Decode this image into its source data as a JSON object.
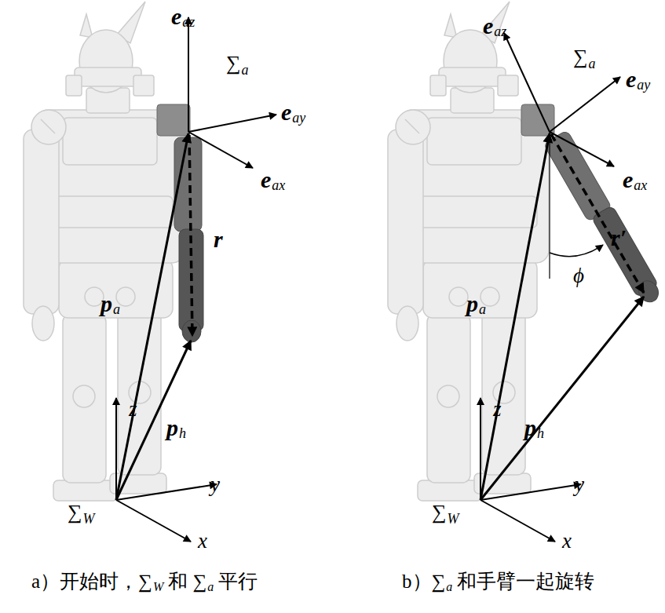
{
  "diagram": {
    "labels": [
      "e",
      "az",
      "∑",
      "a",
      "e",
      "ay",
      "e",
      "ax",
      "r",
      "p",
      "a",
      "p",
      "h",
      "z",
      "y",
      "x",
      "∑",
      "W",
      "e",
      "az",
      "∑",
      "a",
      "e",
      "ay",
      "e",
      "ax",
      "r′",
      "ϕ",
      "p",
      "a",
      "p",
      "h",
      "z",
      "y",
      "x",
      "∑",
      "W",
      "a）开始时，∑",
      "W",
      "和 ∑",
      "a",
      "平行",
      "b）∑",
      "a",
      "和手臂一起旋转"
    ]
  }
}
